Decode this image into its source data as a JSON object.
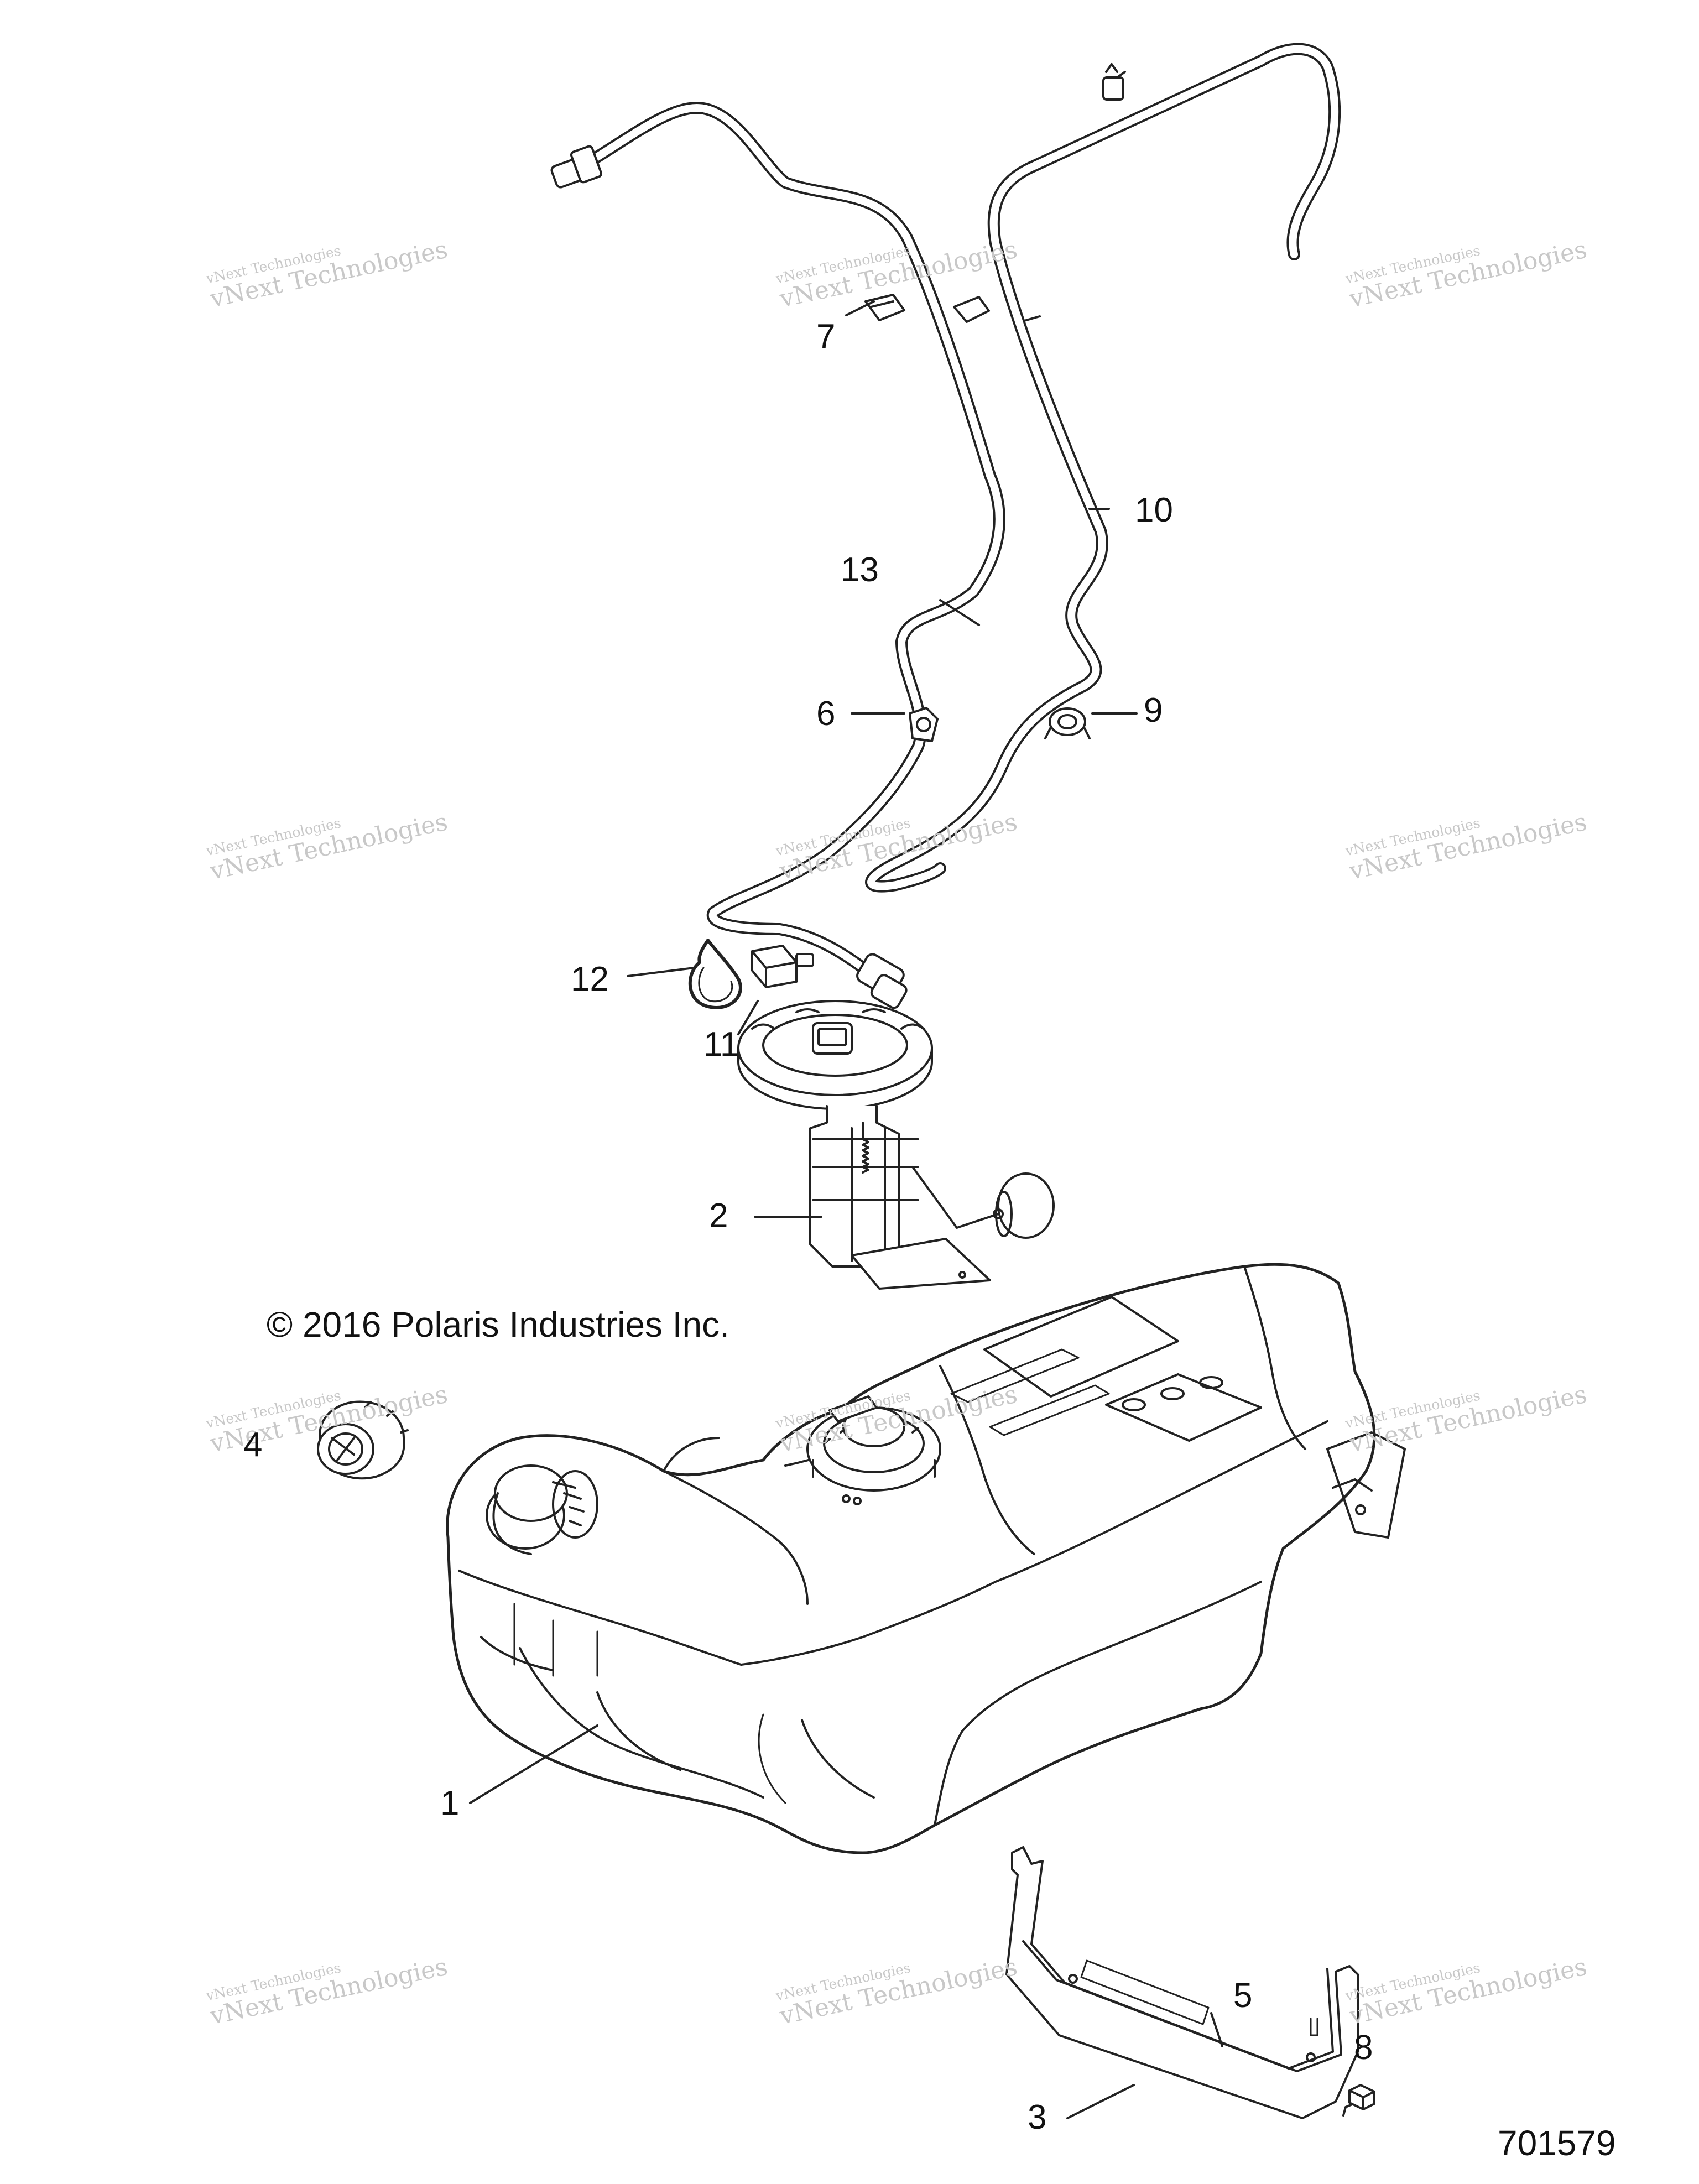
{
  "copyright": "© 2016 Polaris Industries Inc.",
  "figure_number": "701579",
  "watermark": {
    "line1": "vNext Technologies",
    "line2": "vNext Technologies"
  },
  "callouts": [
    {
      "id": "c1",
      "label": "1"
    },
    {
      "id": "c2",
      "label": "2"
    },
    {
      "id": "c3",
      "label": "3"
    },
    {
      "id": "c4",
      "label": "4"
    },
    {
      "id": "c5",
      "label": "5"
    },
    {
      "id": "c6",
      "label": "6"
    },
    {
      "id": "c7",
      "label": "7"
    },
    {
      "id": "c8",
      "label": "8"
    },
    {
      "id": "c9",
      "label": "9"
    },
    {
      "id": "c10",
      "label": "10"
    },
    {
      "id": "c11",
      "label": "11"
    },
    {
      "id": "c12",
      "label": "12"
    },
    {
      "id": "c13",
      "label": "13"
    }
  ]
}
